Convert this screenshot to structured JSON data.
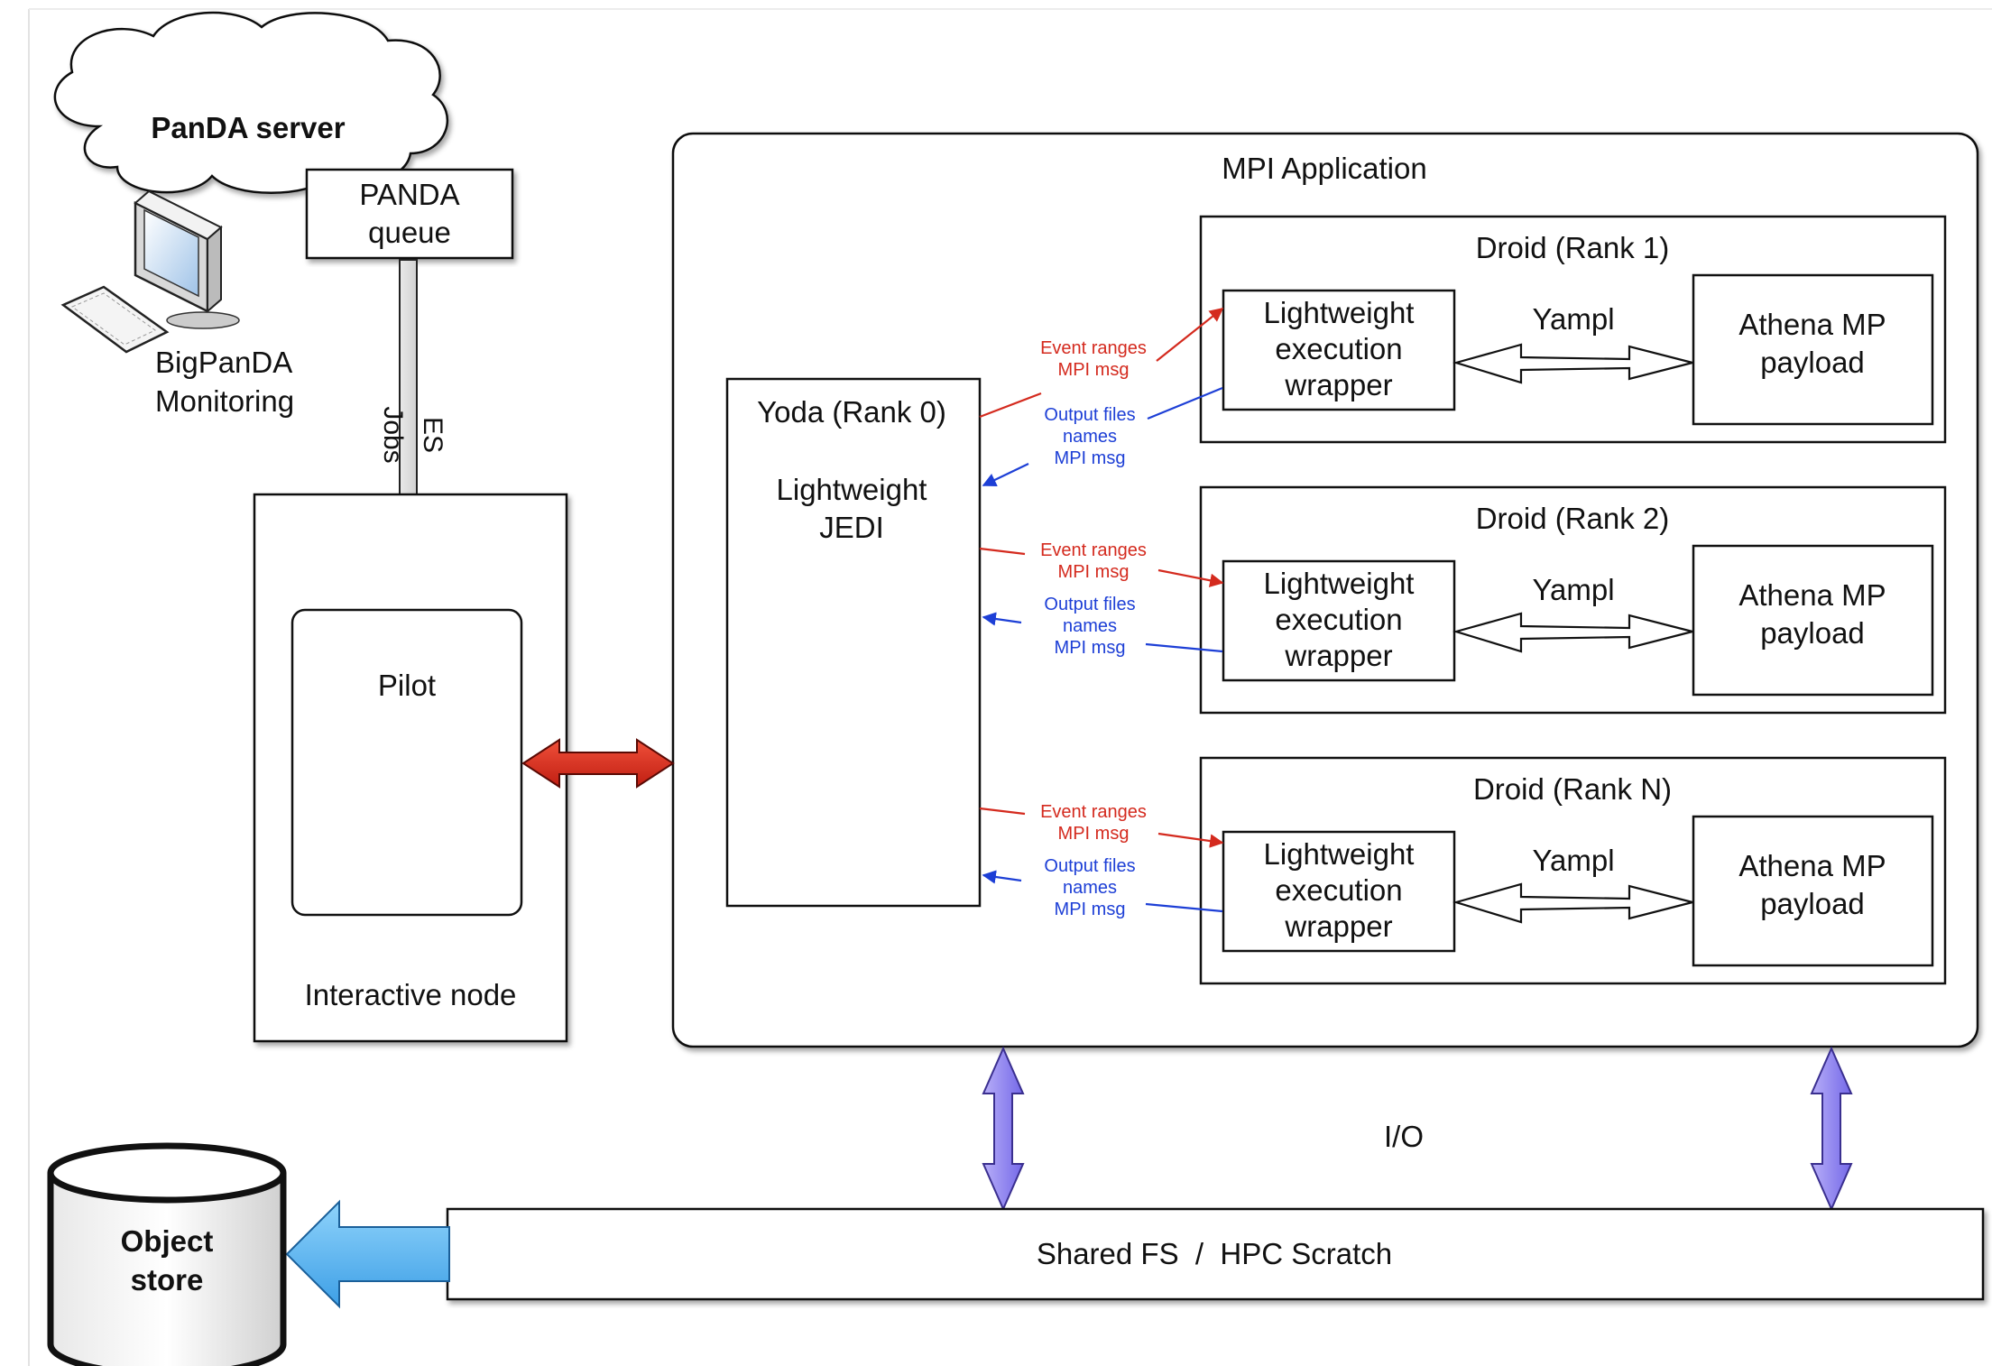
{
  "cloud": {
    "title": "PanDA server"
  },
  "queue": {
    "line1": "PANDA",
    "line2": "queue"
  },
  "monitor": {
    "line1": "BigPanDA",
    "line2": "Monitoring"
  },
  "jobs": {
    "line1": "ES",
    "line2": "Jobs"
  },
  "node": {
    "label": "Interactive node",
    "pilot": "Pilot"
  },
  "mpi": {
    "title": "MPI Application"
  },
  "yoda": {
    "title": "Yoda (Rank 0)",
    "line1": "Lightweight",
    "line2": "JEDI"
  },
  "droids": [
    {
      "title": "Droid (Rank 1)",
      "wrapper": [
        "Lightweight",
        "execution",
        "wrapper"
      ],
      "yampl": "Yampl",
      "payload": [
        "Athena MP",
        "payload"
      ]
    },
    {
      "title": "Droid (Rank 2)",
      "wrapper": [
        "Lightweight",
        "execution",
        "wrapper"
      ],
      "yampl": "Yampl",
      "payload": [
        "Athena MP",
        "payload"
      ]
    },
    {
      "title": "Droid (Rank N)",
      "wrapper": [
        "Lightweight",
        "execution",
        "wrapper"
      ],
      "yampl": "Yampl",
      "payload": [
        "Athena MP",
        "payload"
      ]
    }
  ],
  "messages": {
    "event": [
      "Event ranges",
      "MPI msg"
    ],
    "output": [
      "Output files",
      "names",
      "MPI msg"
    ]
  },
  "io": {
    "label": "I/O"
  },
  "shared": {
    "label": "Shared FS  /  HPC Scratch"
  },
  "store": {
    "line1": "Object",
    "line2": "store"
  },
  "colors": {
    "event": "#d42a1e",
    "output": "#1d3fd6",
    "pilot_link": "#e03020",
    "io_arrow": "#8a7ff0",
    "store_arrow": "#5ab4f0"
  }
}
